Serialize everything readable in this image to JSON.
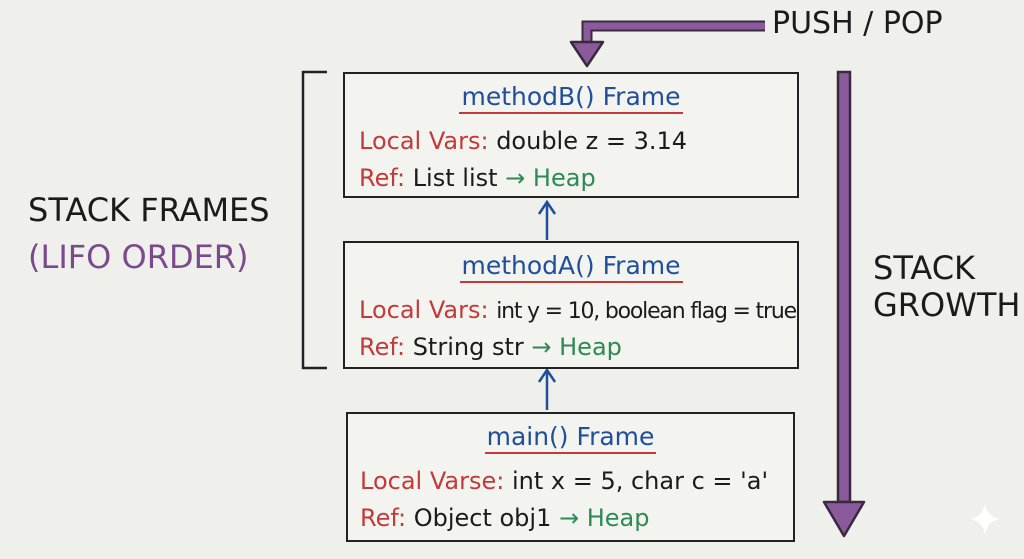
{
  "push_pop": "PUSH / POP",
  "left_label": {
    "line1": "STACK FRAMES",
    "line2": "(LIFO ORDER)"
  },
  "right_label": {
    "line1": "STACK",
    "line2": "GROWTH"
  },
  "frames": [
    {
      "title": "methodB() Frame",
      "locals_label": "Local Vars",
      "locals_value": "double z = 3.14",
      "ref_label": "Ref",
      "ref_value": "List list",
      "ref_target": "Heap"
    },
    {
      "title": "methodA() Frame",
      "locals_label": "Local Vars",
      "locals_value": "int y = 10, boolean flag = true",
      "ref_label": "Ref",
      "ref_value": "String str",
      "ref_target": "Heap"
    },
    {
      "title": "main() Frame",
      "locals_label": "Local Varse",
      "locals_value": "int x = 5, char c = 'a'",
      "ref_label": "Ref",
      "ref_value": "Object obj1",
      "ref_target": "Heap"
    }
  ],
  "colors": {
    "title": "#1f4f9a",
    "label": "#c23a3a",
    "heap": "#2e8a55",
    "accent": "#7b4a8e"
  }
}
